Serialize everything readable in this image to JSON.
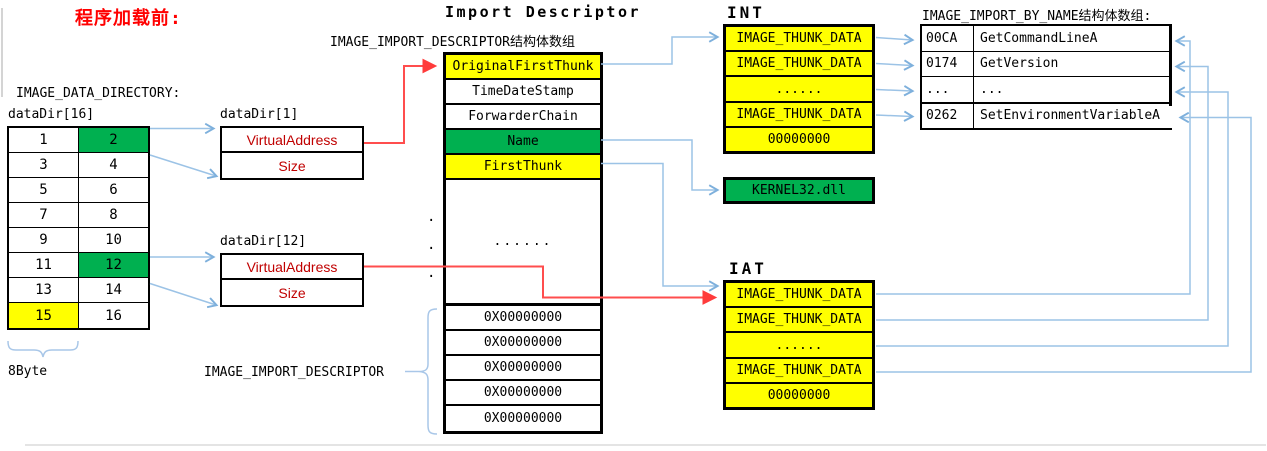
{
  "page": {
    "heading": "程序加载前:"
  },
  "data_directory": {
    "label": "IMAGE_DATA_DIRECTORY:",
    "array_label": "dataDir[16]",
    "cells": [
      "1",
      "2",
      "3",
      "4",
      "5",
      "6",
      "7",
      "8",
      "9",
      "10",
      "11",
      "12",
      "13",
      "14",
      "15",
      "16"
    ],
    "byte_label": "8Byte"
  },
  "data_dir_1": {
    "label": "dataDir[1]",
    "rows": [
      "VirtualAddress",
      "Size"
    ]
  },
  "data_dir_12": {
    "label": "dataDir[12]",
    "rows": [
      "VirtualAddress",
      "Size"
    ]
  },
  "import_descriptor": {
    "title": "Import Descriptor",
    "array_label": "IMAGE_IMPORT_DESCRIPTOR结构体数组",
    "rows": [
      "OriginalFirstThunk",
      "TimeDateStamp",
      "ForwarderChain",
      "Name",
      "FirstThunk"
    ],
    "ellipsis": "......",
    "side_dots": [
      ".",
      ".",
      "."
    ],
    "zero_rows": [
      "0X00000000",
      "0X00000000",
      "0X00000000",
      "0X00000000",
      "0X00000000"
    ],
    "struct_label": "IMAGE_IMPORT_DESCRIPTOR"
  },
  "int_table": {
    "title": "INT",
    "rows": [
      "IMAGE_THUNK_DATA",
      "IMAGE_THUNK_DATA",
      "......",
      "IMAGE_THUNK_DATA",
      "00000000"
    ]
  },
  "kernel32": {
    "label": "KERNEL32.dll"
  },
  "iat_table": {
    "title": "IAT",
    "rows": [
      "IMAGE_THUNK_DATA",
      "IMAGE_THUNK_DATA",
      "......",
      "IMAGE_THUNK_DATA",
      "00000000"
    ]
  },
  "import_by_name": {
    "label": "IMAGE_IMPORT_BY_NAME结构体数组:",
    "rows": [
      {
        "hint": "00CA",
        "name": "GetCommandLineA"
      },
      {
        "hint": "0174",
        "name": "GetVersion"
      },
      {
        "hint": "...",
        "name": "..."
      },
      {
        "hint": "0262",
        "name": "SetEnvironmentVariableA"
      }
    ]
  },
  "colors": {
    "highlight_yellow": "#FFFF00",
    "highlight_green": "#00B050",
    "red_heading": "#FF0000",
    "dark_red_field_text": "#C00000",
    "red_line": "#FF4D4D",
    "blue_line": "#9CC3E6"
  }
}
